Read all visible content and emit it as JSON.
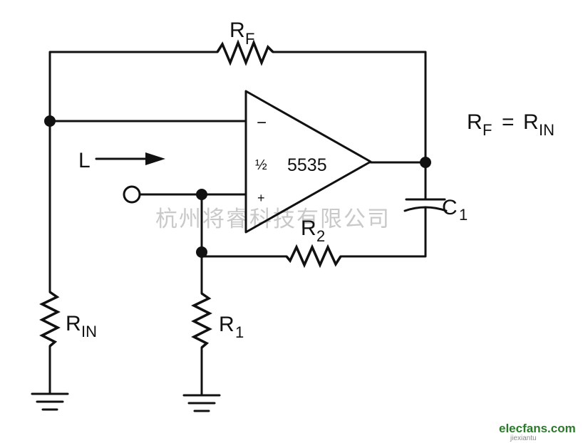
{
  "components": {
    "opamp": {
      "fraction": "½",
      "part": "5535",
      "minus": "−",
      "plus": "+"
    },
    "rf": {
      "main": "R",
      "sub": "F"
    },
    "rin": {
      "main": "R",
      "sub": "IN"
    },
    "r1": {
      "main": "R",
      "sub": "1"
    },
    "r2": {
      "main": "R",
      "sub": "2"
    },
    "c1": {
      "main": "C",
      "sub": "1"
    }
  },
  "equation": {
    "left_main": "R",
    "left_sub": "F",
    "eq": "=",
    "right_main": "R",
    "right_sub": "IN"
  },
  "input": {
    "label": "L"
  },
  "watermark": {
    "text": "杭州将睿科技有限公司"
  },
  "logo": {
    "text": "elecfans.com",
    "small": "jiexiantu"
  }
}
